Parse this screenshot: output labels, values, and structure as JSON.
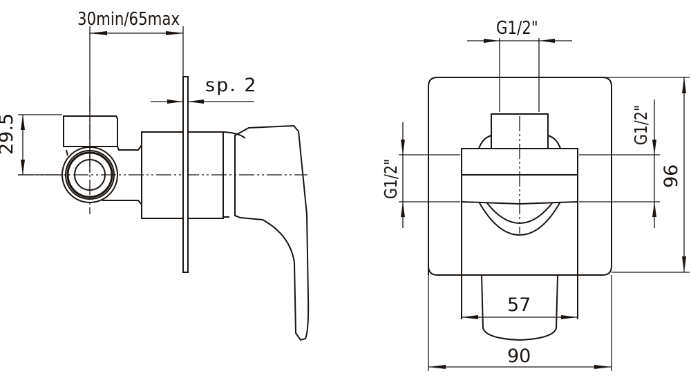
{
  "drawing": {
    "title": "Concealed single-lever shower mixer — technical drawing",
    "line_color": "#1a1410",
    "background": "#ffffff"
  },
  "side_view": {
    "dim_wall_depth": "30min/65max",
    "dim_plate_thickness": "sp. 2",
    "dim_outlet_height": "29.5"
  },
  "front_view": {
    "dim_top_connection": "G1/2\"",
    "dim_left_connection": "G1/2\"",
    "dim_right_connection": "G1/2\"",
    "dim_plate_height": "96",
    "dim_body_width": "57",
    "dim_plate_width": "90"
  }
}
